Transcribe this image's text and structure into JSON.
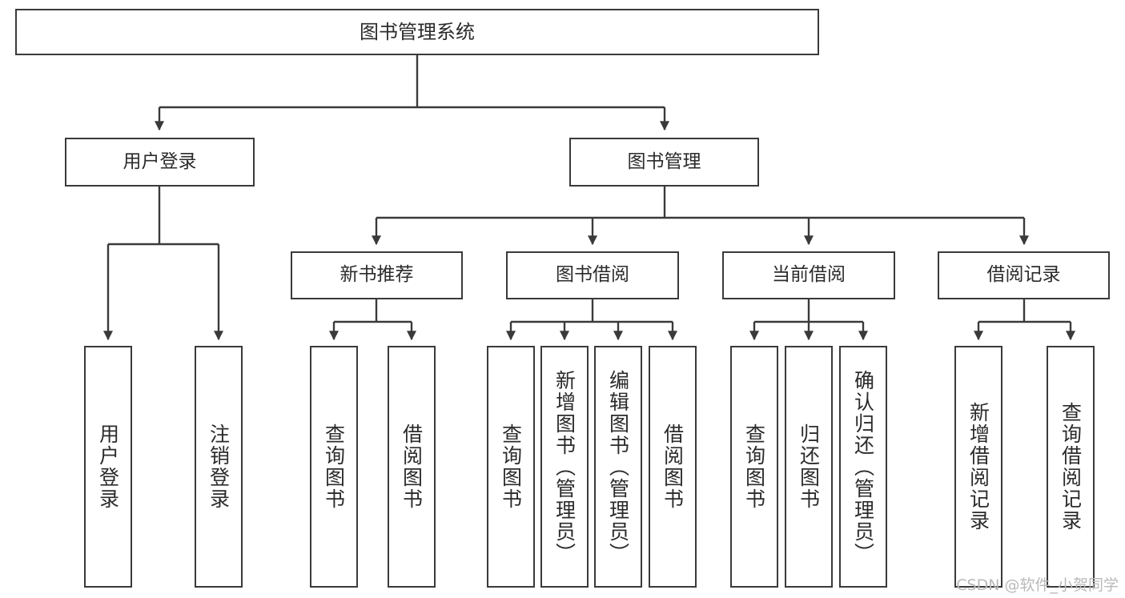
{
  "diagram": {
    "type": "tree-hierarchy-flowchart",
    "title_text": "图书管理系统",
    "stroke_color": "#3a3a3a",
    "text_color": "#2b2b2b",
    "background_color": "#ffffff",
    "nodes": {
      "root": {
        "label": "图书管理系统"
      },
      "level1": [
        {
          "id": "user-login",
          "label": "用户登录"
        },
        {
          "id": "book-management",
          "label": "图书管理"
        }
      ],
      "level2": [
        {
          "id": "new-book-recommend",
          "label": "新书推荐"
        },
        {
          "id": "book-borrow",
          "label": "图书借阅"
        },
        {
          "id": "current-borrow",
          "label": "当前借阅"
        },
        {
          "id": "borrow-record",
          "label": "借阅记录"
        }
      ],
      "leaves": {
        "user-login": [
          {
            "id": "leaf-user-login",
            "label": "用户登录"
          },
          {
            "id": "leaf-logout",
            "label": "注销登录"
          }
        ],
        "new-book-recommend": [
          {
            "id": "leaf-query-book-1",
            "label": "查询图书"
          },
          {
            "id": "leaf-borrow-book-1",
            "label": "借阅图书"
          }
        ],
        "book-borrow": [
          {
            "id": "leaf-query-book-2",
            "label": "查询图书"
          },
          {
            "id": "leaf-add-book",
            "label": "新增图书（管理员）"
          },
          {
            "id": "leaf-edit-book",
            "label": "编辑图书（管理员）"
          },
          {
            "id": "leaf-borrow-book-2",
            "label": "借阅图书"
          }
        ],
        "current-borrow": [
          {
            "id": "leaf-query-book-3",
            "label": "查询图书"
          },
          {
            "id": "leaf-return-book",
            "label": "归还图书"
          },
          {
            "id": "leaf-confirm-return",
            "label": "确认归还（管理员）"
          }
        ],
        "borrow-record": [
          {
            "id": "leaf-add-record",
            "label": "新增借阅记录"
          },
          {
            "id": "leaf-query-record",
            "label": "查询借阅记录"
          }
        ]
      }
    }
  },
  "watermark": {
    "text": "CSDN @软件_小贺同学"
  }
}
